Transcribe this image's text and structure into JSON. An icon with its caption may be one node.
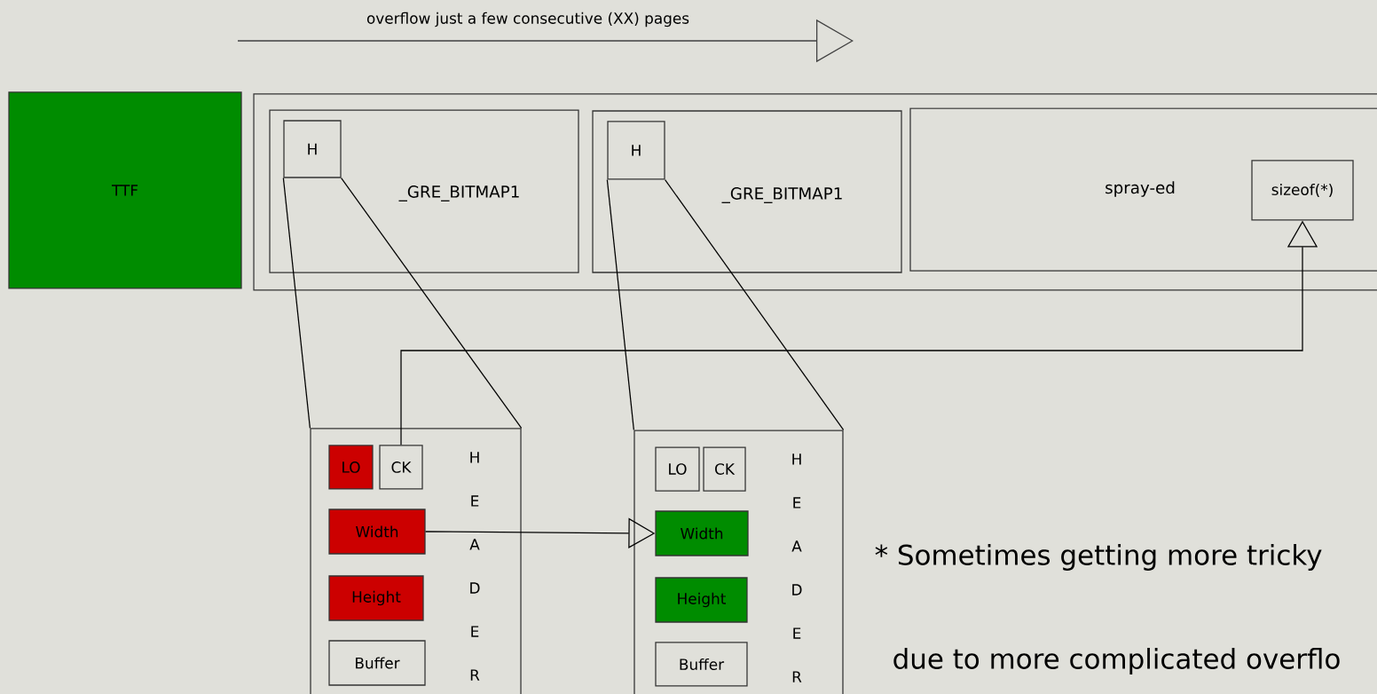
{
  "diagram": {
    "nodes": [
      {
        "text": [
          "TTF"
        ]
      },
      {
        "text": [],
        "shape": "box"
      },
      {
        "text": [
          "_GRE_BITMAP1"
        ],
        "in": 1
      },
      {
        "text": [
          "H"
        ],
        "in": 2
      },
      {
        "text": [
          "_GRE_BITMAP1"
        ],
        "in": 1
      },
      {
        "text": [
          "H"
        ],
        "in": 4
      },
      {
        "text": [
          "spray-ed"
        ],
        "in": 1
      },
      {
        "text": [
          "sizeof(*)"
        ],
        "in": 6
      },
      {
        "text": [
          "H E A D E R"
        ]
      },
      {
        "text": [
          "LO"
        ],
        "in": 8
      },
      {
        "text": [
          "CK"
        ],
        "in": 8
      },
      {
        "text": [
          "Width"
        ],
        "in": 8
      },
      {
        "text": [
          "Height"
        ],
        "in": 8
      },
      {
        "text": [
          "Buffer"
        ],
        "in": 8
      },
      {
        "text": [
          "H E A D E R"
        ]
      },
      {
        "text": [
          "LO"
        ],
        "in": 14
      },
      {
        "text": [
          "CK"
        ],
        "in": 14
      },
      {
        "text": [
          "Width"
        ],
        "in": 14
      },
      {
        "text": [
          "Height"
        ],
        "in": 14
      },
      {
        "text": [
          "Buffer"
        ],
        "in": 14
      }
    ],
    "edges": [
      {
        "from": 3,
        "to": 8,
        "arrow": "none"
      },
      {
        "from": 3,
        "to": 8,
        "arrow": "none"
      },
      {
        "from": 5,
        "to": 14,
        "arrow": "none"
      },
      {
        "from": 5,
        "to": 14,
        "arrow": "none"
      },
      {
        "from": 11,
        "to": 17,
        "arrow": "to"
      },
      {
        "from": 10,
        "to": 7,
        "arrow": "to"
      }
    ],
    "labels": [
      "overflow just a few consecutive (XX) pages",
      "* Sometimes getting more tricky",
      "due to more complicated overflo"
    ]
  }
}
